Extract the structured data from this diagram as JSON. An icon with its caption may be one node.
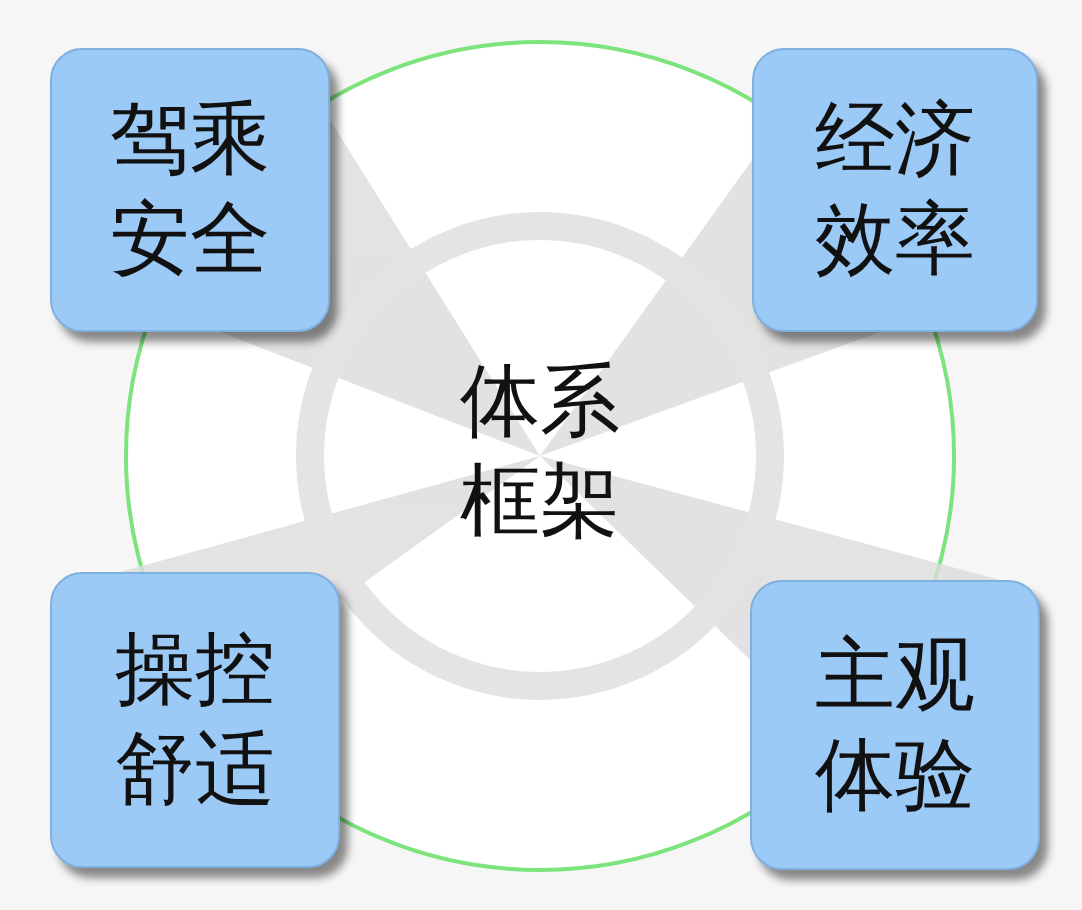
{
  "diagram": {
    "nodes": [
      {
        "text": [
          "驾乘安全"
        ]
      },
      {
        "text": [
          "经济效率"
        ]
      },
      {
        "text": [
          "体系框架"
        ]
      },
      {
        "text": [
          "操控舒适"
        ]
      },
      {
        "text": [
          "主观体验"
        ]
      }
    ]
  }
}
